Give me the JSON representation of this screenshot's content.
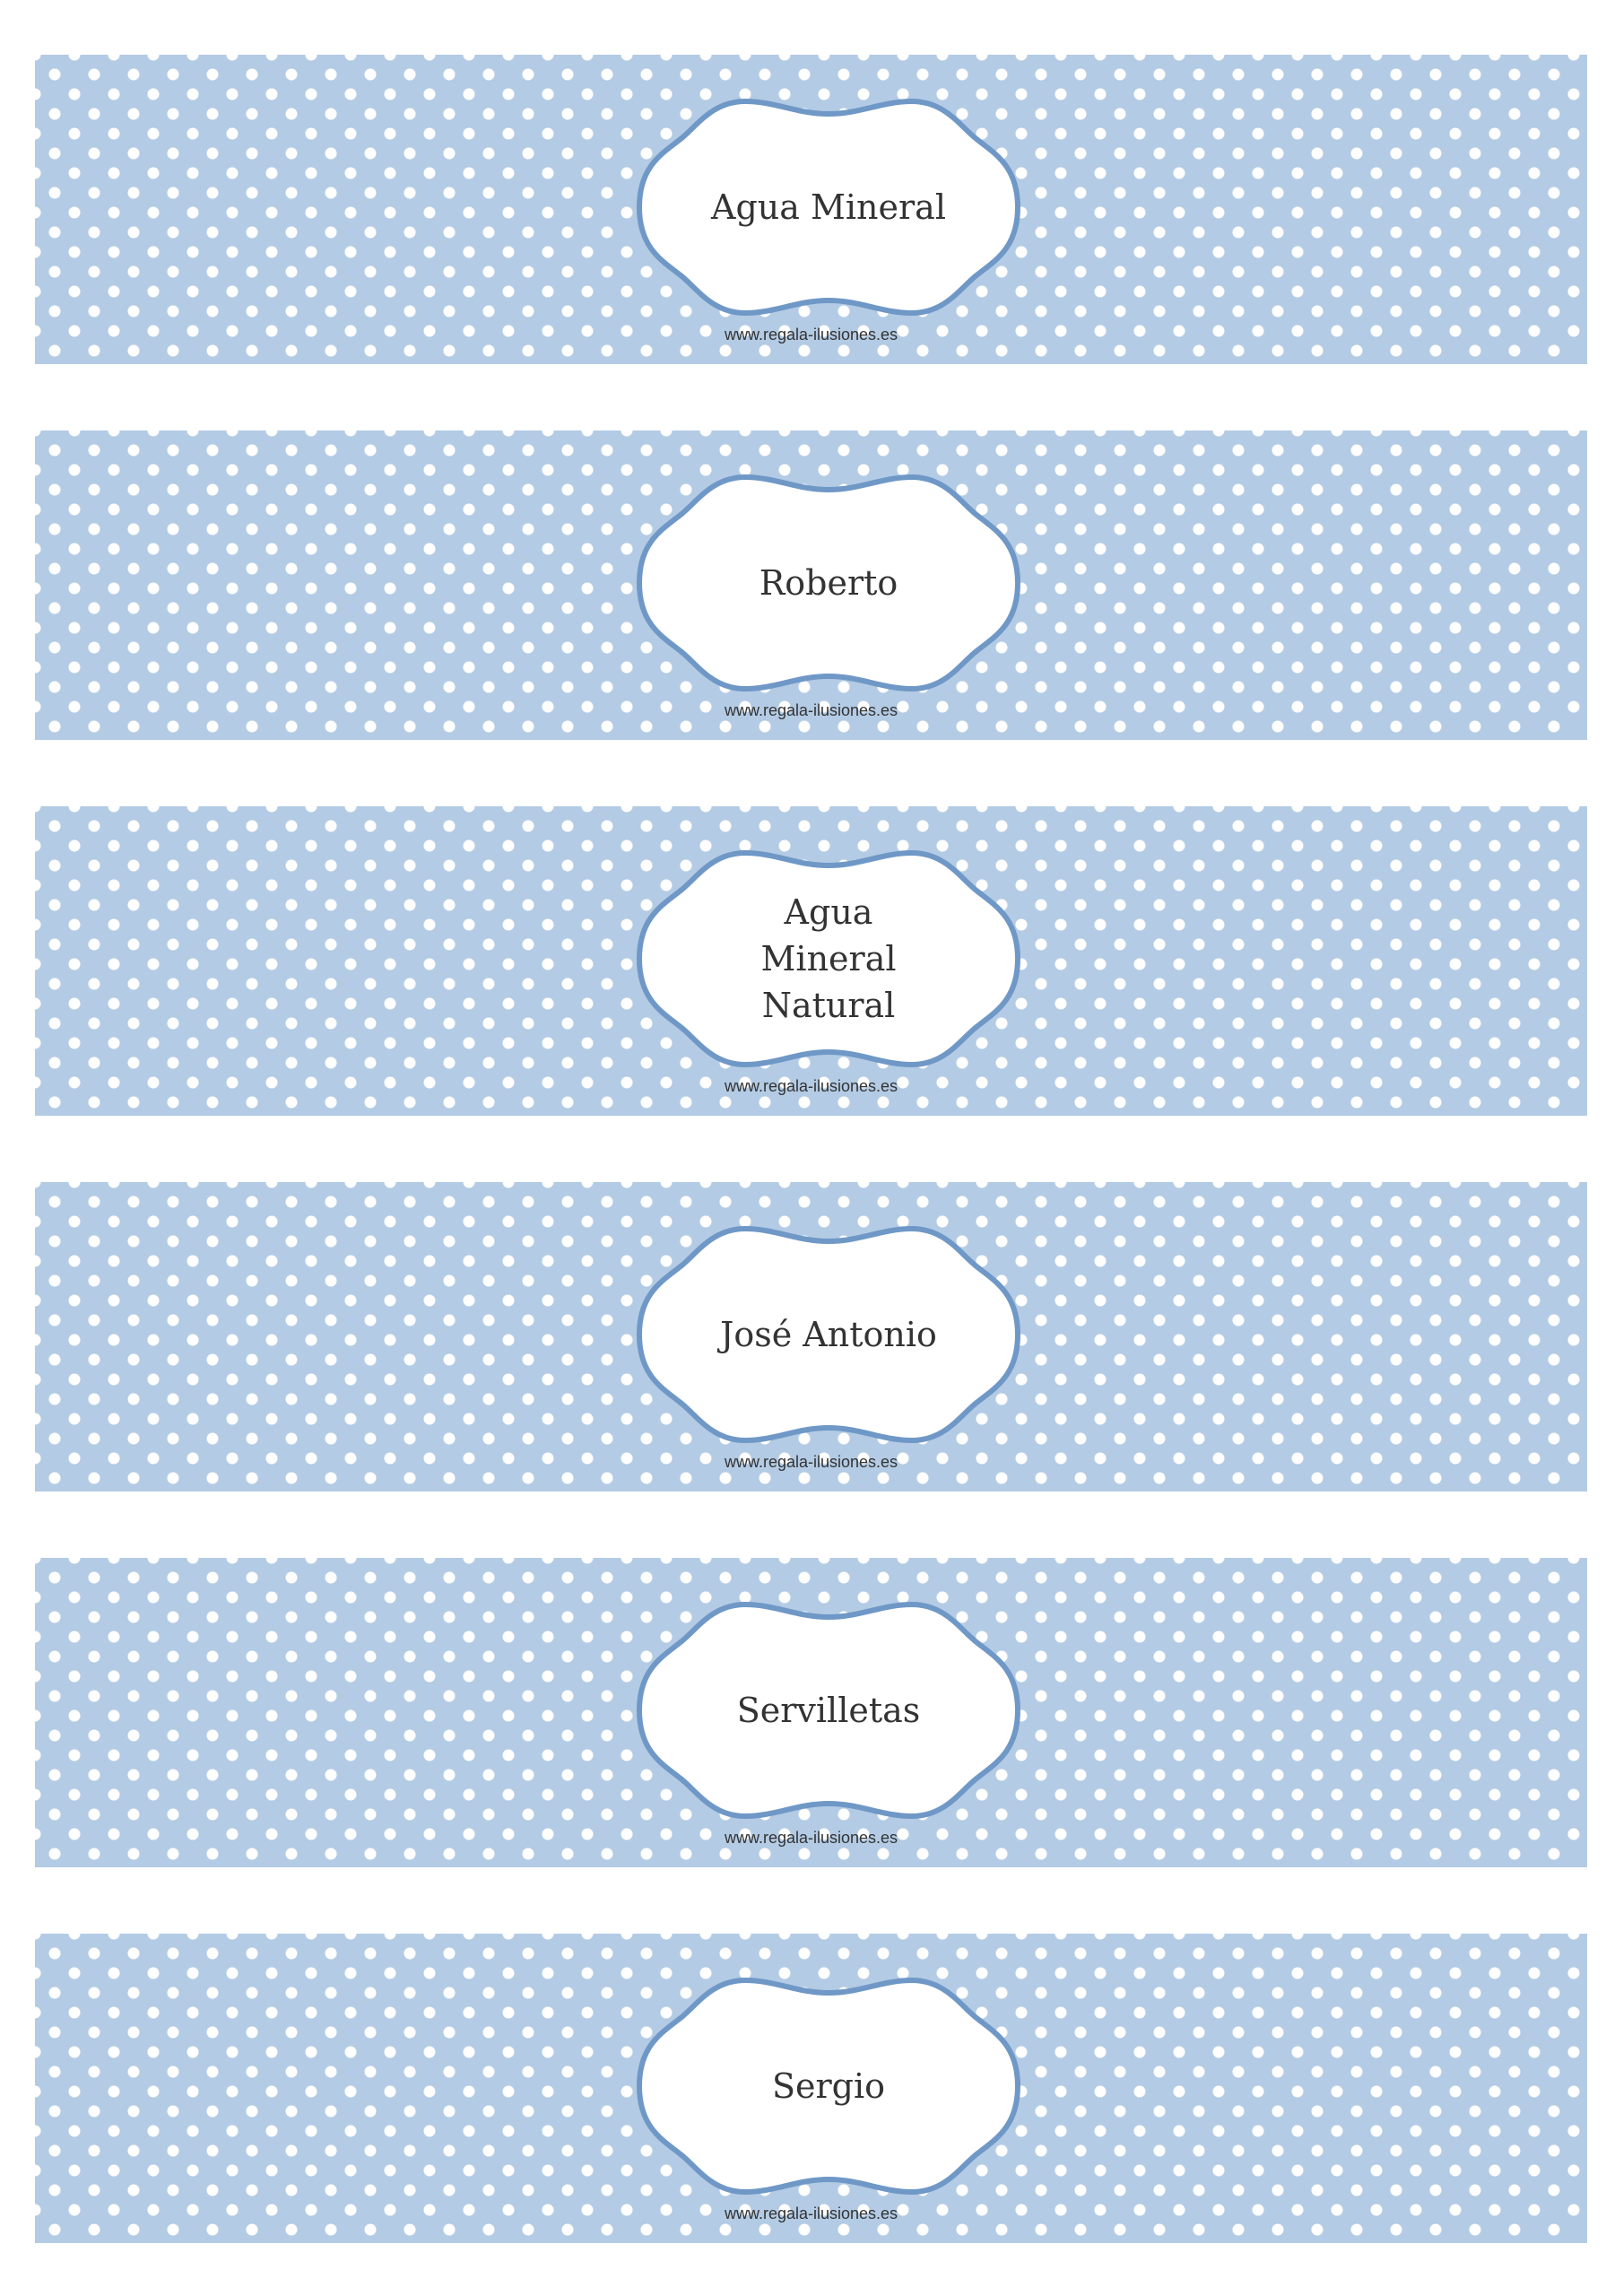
{
  "colors": {
    "band": "#b3cbe4",
    "dot": "#ffffff",
    "frame_border": "#6f98c7",
    "frame_fill": "#ffffff",
    "text": "#333333"
  },
  "wraps": [
    {
      "label": "Agua Mineral",
      "website": "www.regala-ilusiones.es"
    },
    {
      "label": "Roberto",
      "website": "www.regala-ilusiones.es"
    },
    {
      "label": "Agua\nMineral\nNatural",
      "website": "www.regala-ilusiones.es"
    },
    {
      "label": "José Antonio",
      "website": "www.regala-ilusiones.es"
    },
    {
      "label": "Servilletas",
      "website": "www.regala-ilusiones.es"
    },
    {
      "label": "Sergio",
      "website": "www.regala-ilusiones.es"
    }
  ]
}
